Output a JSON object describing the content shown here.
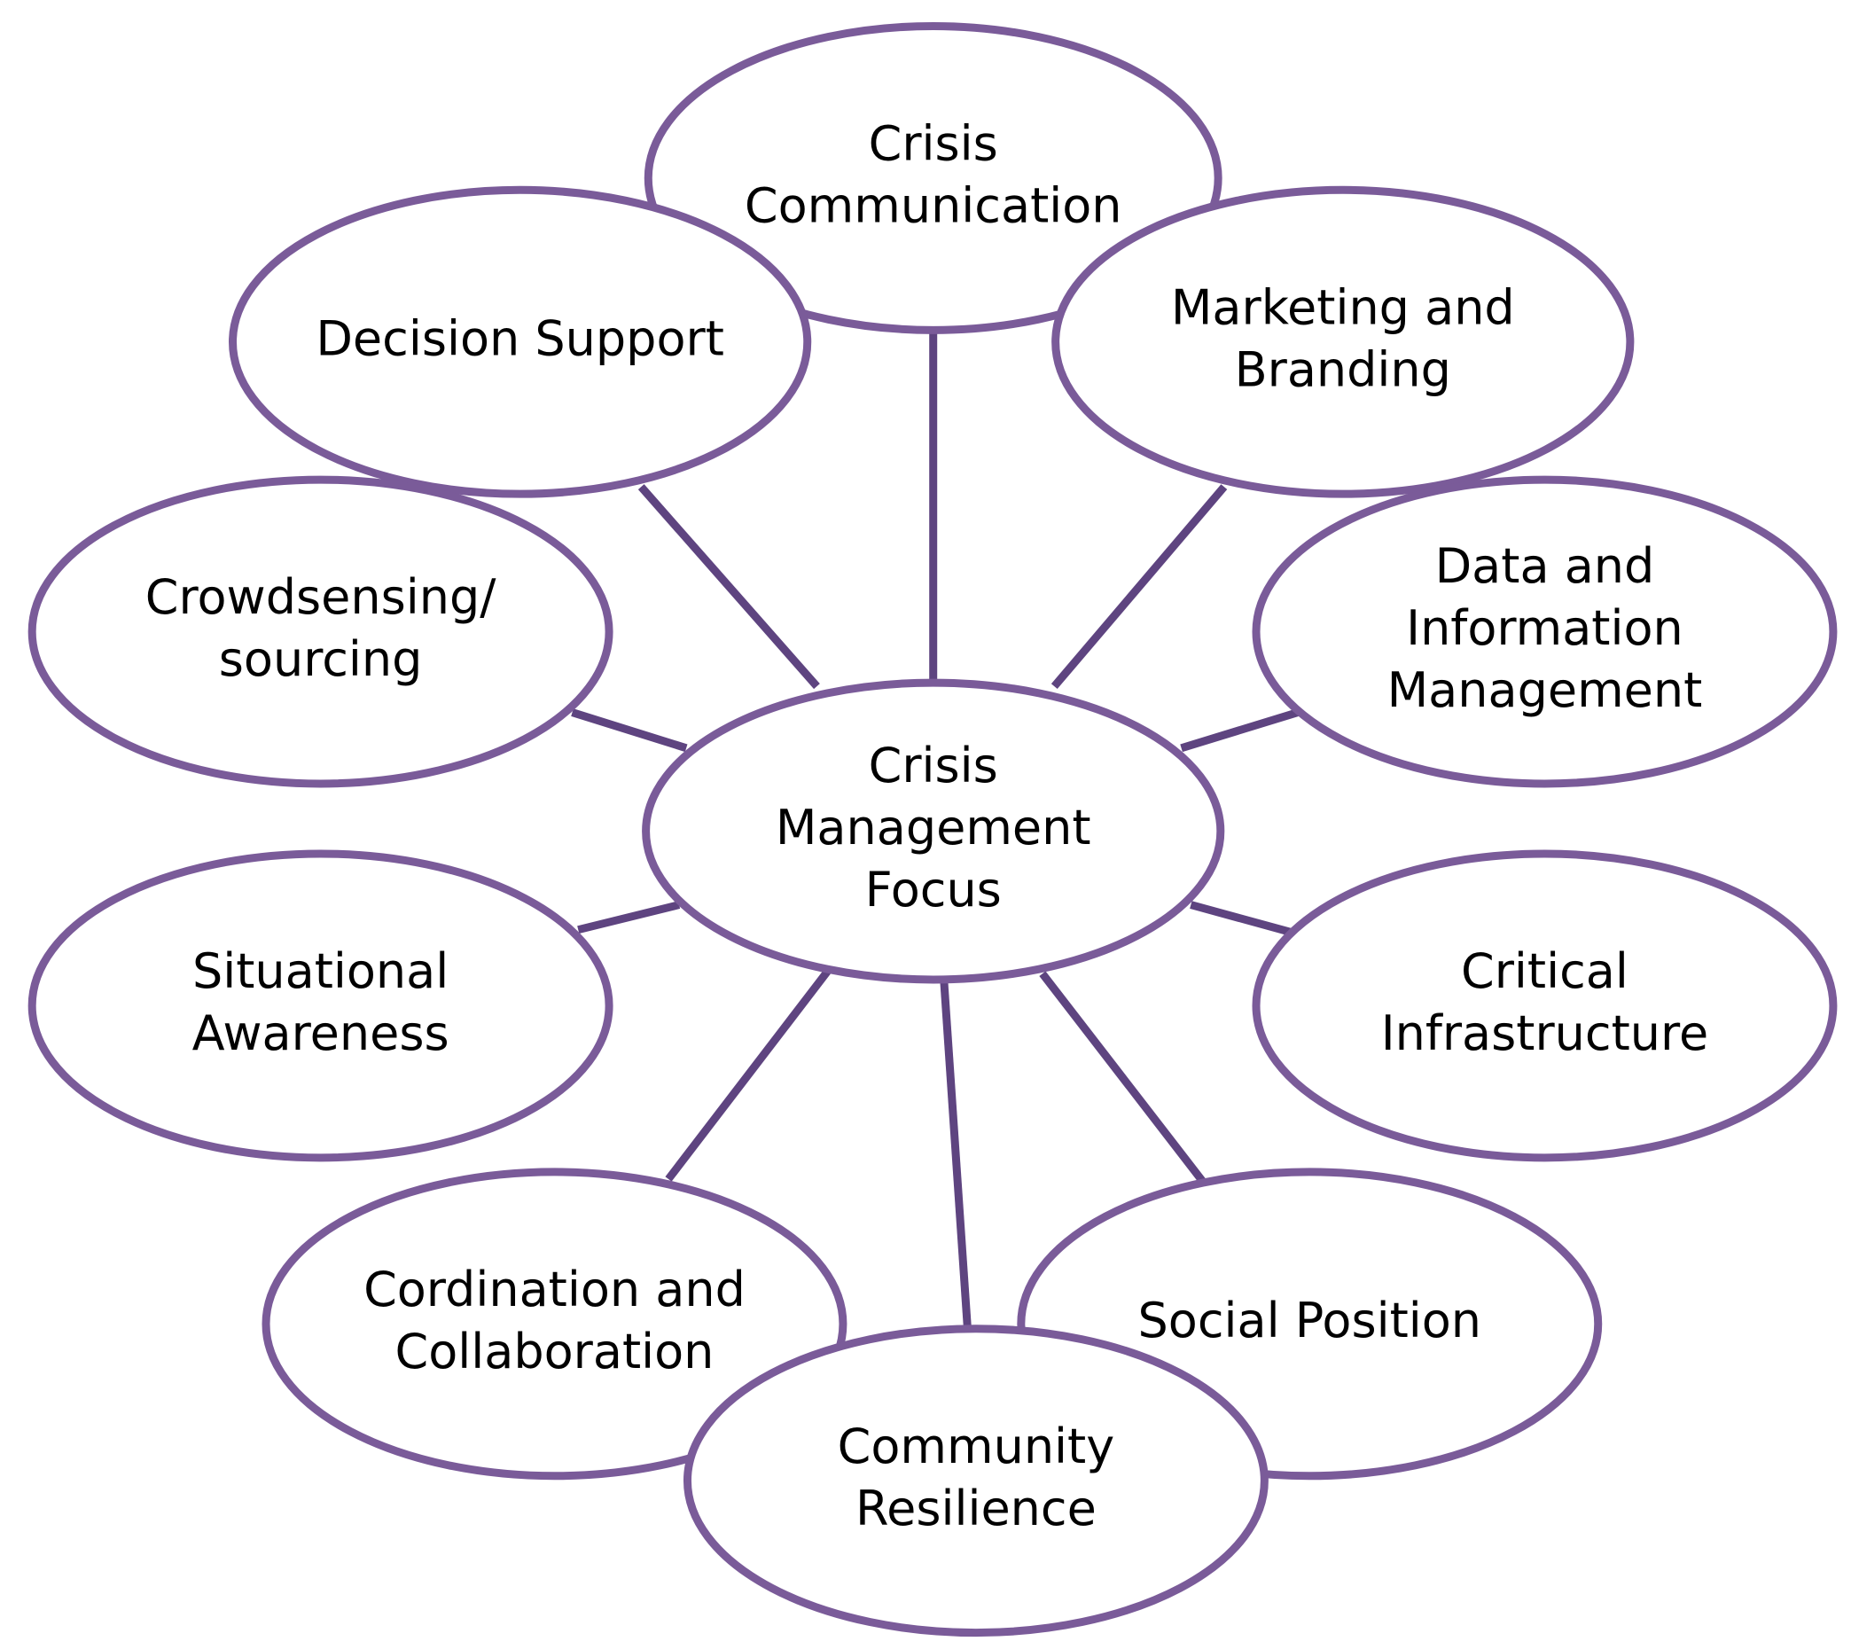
{
  "colors": {
    "outline": "#7a5b99",
    "connector": "#5e4480",
    "text": "#000000",
    "background": "#ffffff"
  },
  "center": {
    "label_lines": [
      "Crisis",
      "Management",
      "Focus"
    ]
  },
  "nodes": [
    {
      "id": "crisis-communication",
      "label_lines": [
        "Crisis",
        "Communication"
      ]
    },
    {
      "id": "marketing-and-branding",
      "label_lines": [
        "Marketing and",
        "Branding"
      ]
    },
    {
      "id": "data-and-information-management",
      "label_lines": [
        "Data and",
        "Information",
        "Management"
      ]
    },
    {
      "id": "critical-infrastructure",
      "label_lines": [
        "Critical",
        "Infrastructure"
      ]
    },
    {
      "id": "social-position",
      "label_lines": [
        "Social Position"
      ]
    },
    {
      "id": "community-resilience",
      "label_lines": [
        "Community",
        "Resilience"
      ]
    },
    {
      "id": "cordination-and-collaboration",
      "label_lines": [
        "Cordination and",
        "Collaboration"
      ]
    },
    {
      "id": "situational-awareness",
      "label_lines": [
        "Situational",
        "Awareness"
      ]
    },
    {
      "id": "crowdsensing-sourcing",
      "label_lines": [
        "Crowdsensing/",
        "sourcing"
      ]
    },
    {
      "id": "decision-support",
      "label_lines": [
        "Decision Support"
      ]
    }
  ]
}
